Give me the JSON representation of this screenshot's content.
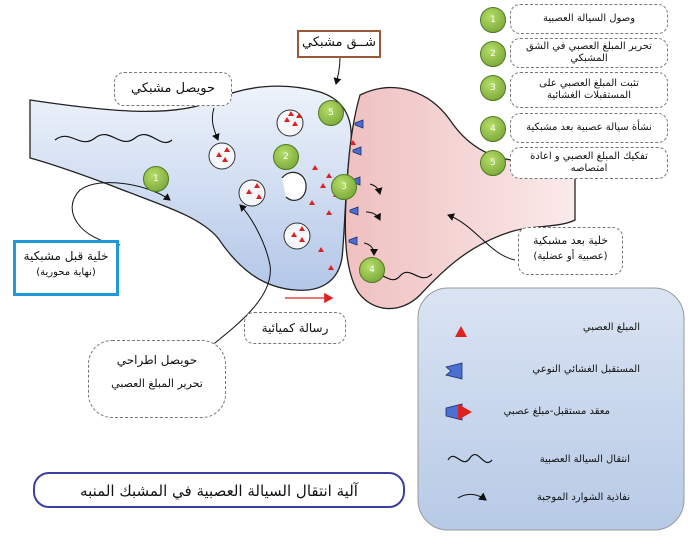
{
  "title": "آلية انتقال السيالة العصبية في المشبك المنبه",
  "labels": {
    "synaptic_cleft": "شــق مشبكي",
    "synaptic_vesicle": "حويصل مشبكي",
    "presynaptic_cell": "خلية قبل مشبكية",
    "presynaptic_cell_sub": "(نهاية محورية)",
    "postsynaptic_cell": "خلية بعد مشبكية",
    "postsynaptic_cell_sub": "(عصبية أو عضلية)",
    "chemical_message": "رسالة كميائية",
    "exocytosis_vesicle": "حويصل اطراحي",
    "transmitter_release": "تحرير المبلغ العصبي"
  },
  "steps": [
    {
      "number": "1",
      "label": "وصول السيالة العصبية"
    },
    {
      "number": "2",
      "label": "تحرير المبلغ العصبي في الشق المشبكي"
    },
    {
      "number": "3",
      "label": "تثبت المبلغ العصبي على المستقبلات الغشائية"
    },
    {
      "number": "4",
      "label": "نشأة سيالة عصبية بعد مشبكية"
    },
    {
      "number": "5",
      "label": "تفكيك المبلغ العصبي و اعادة امتصاصه"
    }
  ],
  "legend": [
    {
      "key": "neurotransmitter",
      "label": "المبلغ العصبي"
    },
    {
      "key": "receptor",
      "label": "المستقبل الغشائي النوعي"
    },
    {
      "key": "complex",
      "label": "معقد مستقبل-مبلغ عصبي"
    },
    {
      "key": "nerve_impulse",
      "label": "انتقال السيالة العصبية"
    },
    {
      "key": "ion_channel",
      "label": "نفاذية الشوارد الموجبة"
    }
  ],
  "colors": {
    "presynaptic_fill": "#c9d7ee",
    "postsynaptic_fill": "#f3cccc",
    "neurotransmitter": "#e02020",
    "badge": "#7fae3a",
    "receptor": "#4a6fd0",
    "title_border": "#3a3fa0",
    "cleft_border": "#9a5a3a",
    "presynaptic_border": "#1e9ad6",
    "legend_fill": "#c4d4ec"
  }
}
